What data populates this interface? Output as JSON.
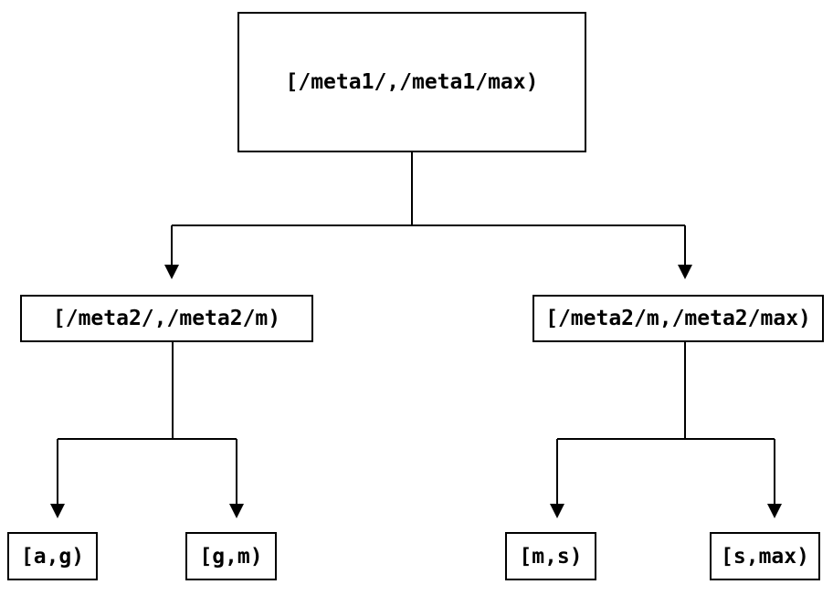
{
  "diagram": {
    "type": "interval-partition-tree",
    "colors": {
      "line": "#000000",
      "text": "#000000",
      "background": "#ffffff",
      "node_fill": "#ffffff",
      "node_border": "#000000"
    },
    "nodes": {
      "root": {
        "label": "[/meta1/,/meta1/max)"
      },
      "left": {
        "label": "[/meta2/,/meta2/m)"
      },
      "right": {
        "label": "[/meta2/m,/meta2/max)"
      },
      "leaf_ag": {
        "label": "[a,g)"
      },
      "leaf_gm": {
        "label": "[g,m)"
      },
      "leaf_ms": {
        "label": "[m,s)"
      },
      "leaf_smax": {
        "label": "[s,max)"
      }
    },
    "edges": [
      {
        "from": "root",
        "to": "left"
      },
      {
        "from": "root",
        "to": "right"
      },
      {
        "from": "left",
        "to": "leaf_ag"
      },
      {
        "from": "left",
        "to": "leaf_gm"
      },
      {
        "from": "right",
        "to": "leaf_ms"
      },
      {
        "from": "right",
        "to": "leaf_smax"
      }
    ]
  }
}
